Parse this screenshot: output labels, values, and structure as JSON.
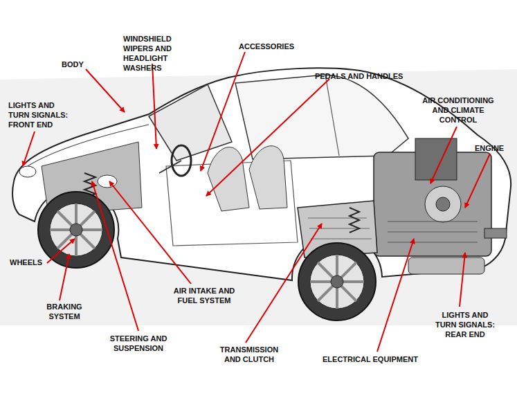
{
  "diagram": {
    "labels": [
      "BODY",
      "WINDSHIELD WIPERS AND HEADLIGHT WASHERS",
      "ACCESSORIES",
      "PEDALS AND HANDLES",
      "LIGHTS AND TURN SIGNALS: FRONT END",
      "AIR CONDITIONING AND CLIMATE CONTROL",
      "ENGINE",
      "WHEELS",
      "AIR INTAKE AND FUEL SYSTEM",
      "BRAKING SYSTEM",
      "STEERING AND SUSPENSION",
      "TRANSMISSION AND CLUTCH",
      "ELECTRICAL EQUIPMENT",
      "LIGHTS AND TURN SIGNALS: REAR END"
    ]
  }
}
